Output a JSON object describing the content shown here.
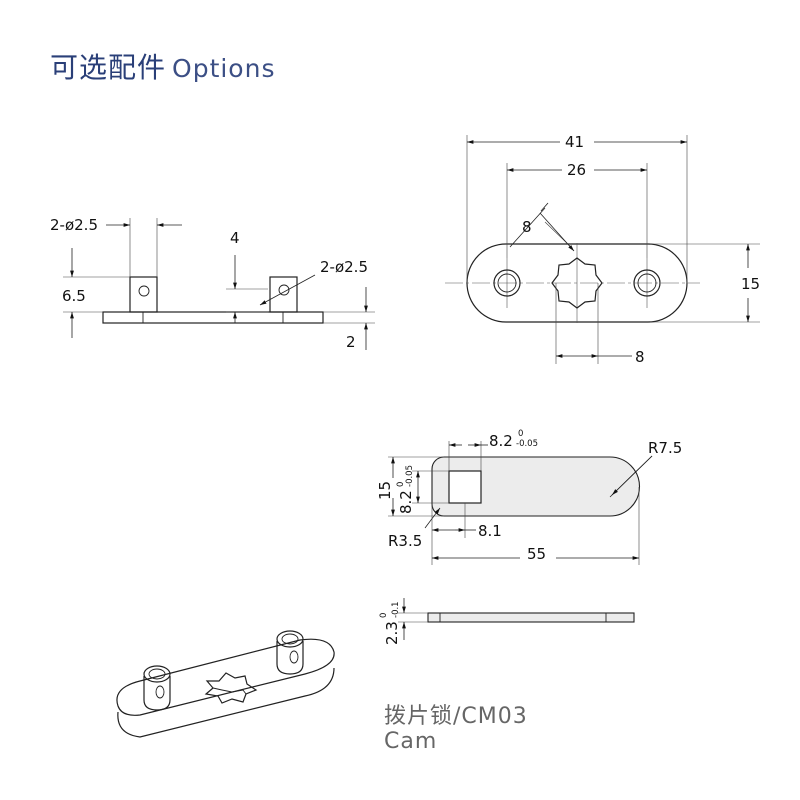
{
  "header": {
    "title_cn": "可选配件",
    "title_en": "Options"
  },
  "view_front": {
    "hole_left_label": "2-ø2.5",
    "hole_right_label": "2-ø2.5",
    "dim_height_a": "4",
    "dim_height_b": "6.5",
    "dim_thickness": "2"
  },
  "view_top": {
    "overall_length": "41",
    "hole_spacing": "26",
    "star_diagonal": "8",
    "star_width": "8",
    "overall_width": "15"
  },
  "view_cam": {
    "square_width": "8.2",
    "square_width_tol_upper": "0",
    "square_width_tol_lower": "-0.05",
    "radius_end": "R7.5",
    "width": "15",
    "square_height": "8.2",
    "square_height_tol_upper": "0",
    "square_height_tol_lower": "-0.05",
    "radius_corner": "R3.5",
    "square_offset": "8.1",
    "length": "55"
  },
  "view_cam_side": {
    "thickness": "2.3",
    "thickness_tol_upper": "0",
    "thickness_tol_lower": "-0.1"
  },
  "caption": {
    "line1": "拨片锁/CM03",
    "line2": "Cam"
  }
}
